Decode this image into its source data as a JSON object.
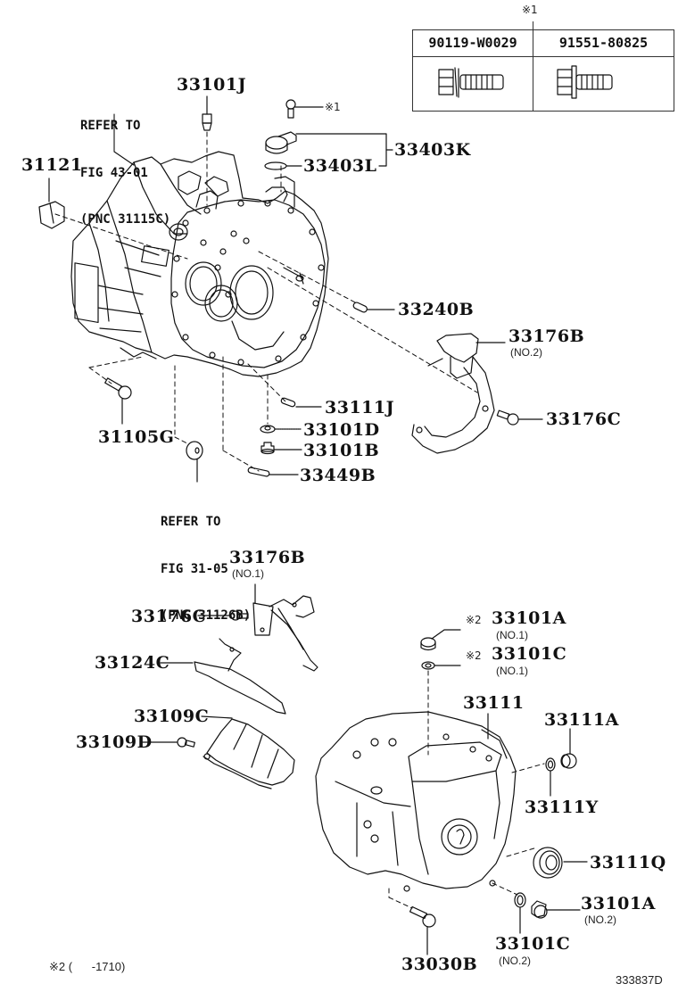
{
  "diagram": {
    "figure_id": "333837D",
    "footnote": {
      "mark": "※2",
      "range": "(      -1710)"
    },
    "fastener_table": {
      "mark": "※1",
      "columns": [
        {
          "part_no": "90119-W0029",
          "icon": "bolt-with-washer-icon"
        },
        {
          "part_no": "91551-80825",
          "icon": "flange-bolt-icon"
        }
      ]
    },
    "refer_notes": [
      {
        "lines": [
          "REFER TO",
          "FIG 43-01",
          "(PNC 31115C)"
        ]
      },
      {
        "lines": [
          "REFER TO",
          "FIG 31-05",
          "(PNC 31126B)"
        ]
      }
    ],
    "callouts": [
      {
        "part": "33101J"
      },
      {
        "part": "31121"
      },
      {
        "part": "33403K"
      },
      {
        "part": "33403L"
      },
      {
        "part": "33240B"
      },
      {
        "part": "33176B",
        "sub": "(NO.2)"
      },
      {
        "part": "33176C"
      },
      {
        "part": "31105G"
      },
      {
        "part": "33111J"
      },
      {
        "part": "33101D"
      },
      {
        "part": "33101B"
      },
      {
        "part": "33449B"
      },
      {
        "part": "33176B",
        "sub": "(NO.1)"
      },
      {
        "part": "33176C"
      },
      {
        "part": "33124C"
      },
      {
        "part": "33109C"
      },
      {
        "part": "33109D"
      },
      {
        "part": "33101A",
        "sub": "(NO.1)",
        "mark": "※2"
      },
      {
        "part": "33101C",
        "sub": "(NO.1)",
        "mark": "※2"
      },
      {
        "part": "33111"
      },
      {
        "part": "33111A"
      },
      {
        "part": "33111Y"
      },
      {
        "part": "33111Q"
      },
      {
        "part": "33101A",
        "sub": "(NO.2)"
      },
      {
        "part": "33101C",
        "sub": "(NO.2)"
      },
      {
        "part": "33030B"
      }
    ],
    "bolt_mark": "※1"
  }
}
